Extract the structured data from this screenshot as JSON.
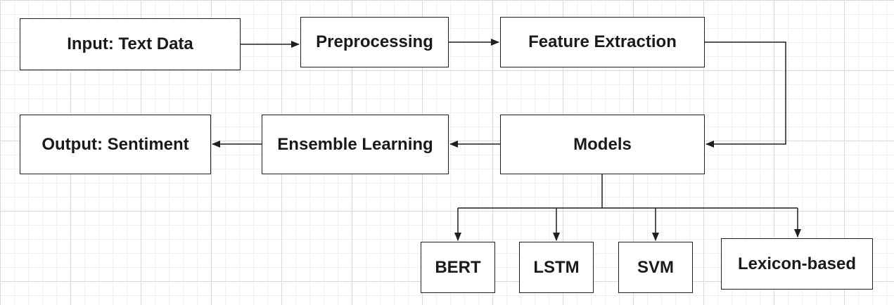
{
  "diagram": {
    "nodes": {
      "input": "Input: Text Data",
      "preprocessing": "Preprocessing",
      "feature_extraction": "Feature Extraction",
      "models": "Models",
      "ensemble": "Ensemble Learning",
      "output": "Output: Sentiment",
      "bert": "BERT",
      "lstm": "LSTM",
      "svm": "SVM",
      "lexicon": "Lexicon-based"
    },
    "edges": [
      [
        "input",
        "preprocessing"
      ],
      [
        "preprocessing",
        "feature_extraction"
      ],
      [
        "feature_extraction",
        "models"
      ],
      [
        "models",
        "ensemble"
      ],
      [
        "ensemble",
        "output"
      ],
      [
        "models",
        "bert"
      ],
      [
        "models",
        "lstm"
      ],
      [
        "models",
        "svm"
      ],
      [
        "models",
        "lexicon"
      ]
    ],
    "colors": {
      "stroke": "#1e1e1e",
      "text": "#1a1a1a",
      "background": "#ffffff",
      "grid": "#d9d9d9"
    }
  }
}
